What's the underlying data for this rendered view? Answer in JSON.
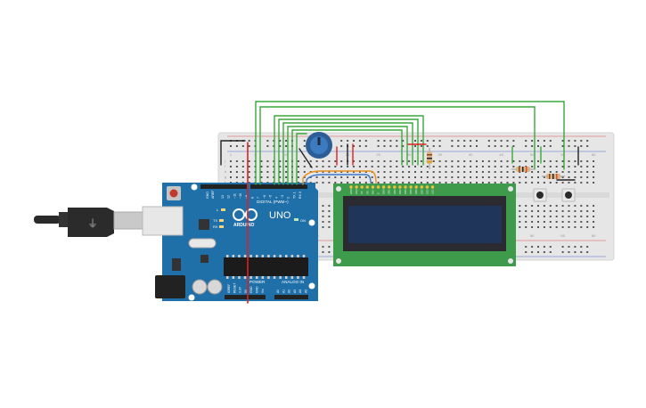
{
  "arduino": {
    "brand": "ARDUINO",
    "model": "UNO",
    "digital_header_label": "DIGITAL (PWM~)",
    "power_label": "POWER",
    "analog_label": "ANALOG IN",
    "on_label": "ON",
    "tx_label": "TX",
    "rx_label": "RX",
    "l_label": "L",
    "aref_label": "AREF",
    "gnd_label": "GND",
    "digital_pins": [
      "13",
      "12",
      "~11",
      "~10",
      "~9",
      "8",
      "7",
      "~6",
      "~5",
      "4",
      "~3",
      "2",
      "TX 1",
      "RX 0"
    ],
    "power_pins": [
      "IOREF",
      "RESET",
      "3.3V",
      "5V",
      "GND",
      "GND",
      "Vin"
    ],
    "analog_pins": [
      "A0",
      "A1",
      "A2",
      "A3",
      "A4",
      "A5"
    ]
  },
  "breadboard": {
    "column_numbers": [
      "1",
      "5",
      "10",
      "15",
      "20",
      "25",
      "30",
      "35",
      "40",
      "45",
      "50",
      "55",
      "60"
    ],
    "row_letters_top": [
      "j",
      "i",
      "h",
      "g",
      "f"
    ],
    "row_letters_bottom": [
      "e",
      "d",
      "c",
      "b",
      "a"
    ]
  },
  "lcd": {
    "pin_labels": [
      "GND",
      "VCC",
      "V0",
      "RS",
      "RW",
      "E",
      "DB0",
      "DB1",
      "DB2",
      "DB3",
      "DB4",
      "DB5",
      "DB6",
      "DB7",
      "LED",
      "LED"
    ]
  },
  "colors": {
    "board_blue": "#1f6fa8",
    "breadboard": "#e6e6e6",
    "wire_green": "#3aa83a",
    "wire_red": "#e02020",
    "wire_orange": "#e8901e",
    "wire_blue": "#3a78c8",
    "wire_black": "#222222",
    "lcd_pcb": "#3f9b4c",
    "lcd_screen": "#20355a",
    "pot_blue": "#3c7bc0"
  }
}
